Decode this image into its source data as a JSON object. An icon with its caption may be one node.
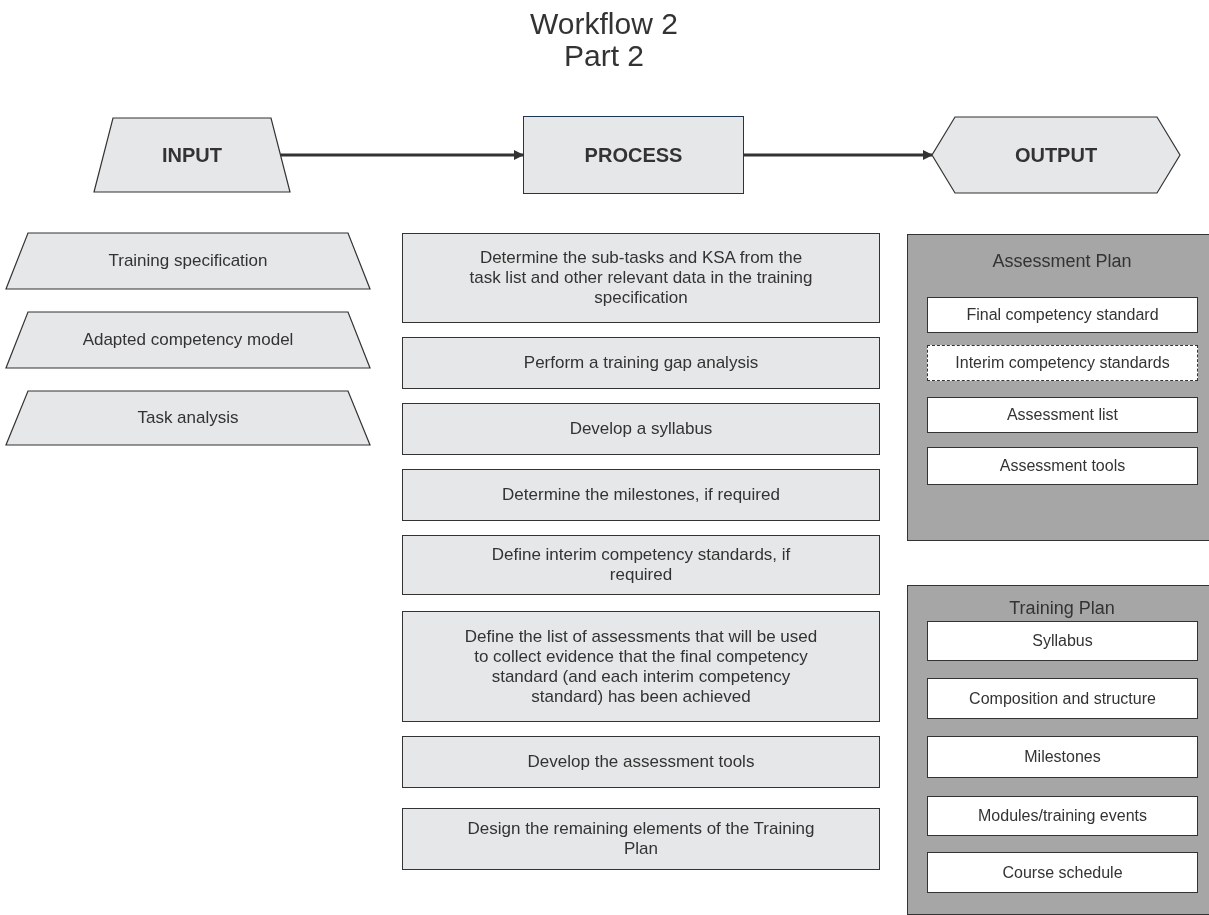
{
  "diagram": {
    "title": "Workflow 2 Part 2",
    "nodes": [
      {
        "text": [
          "INPUT"
        ]
      },
      {
        "text": [
          "PROCESS"
        ]
      },
      {
        "text": [
          "OUTPUT"
        ]
      },
      {
        "text": [
          "Training specification"
        ]
      },
      {
        "text": [
          "Adapted competency model"
        ]
      },
      {
        "text": [
          "Task analysis"
        ]
      },
      {
        "text": [
          "Determine the sub-tasks and KSA from the task list and other relevant data in the training specification"
        ]
      },
      {
        "text": [
          "Perform a training gap analysis"
        ]
      },
      {
        "text": [
          "Develop a syllabus"
        ]
      },
      {
        "text": [
          "Determine the milestones, if required"
        ]
      },
      {
        "text": [
          "Define interim competency standards, if required"
        ]
      },
      {
        "text": [
          "Define the list of assessments that will be used to collect evidence that the final competency standard (and each interim competency standard) has been achieved"
        ]
      },
      {
        "text": [
          "Develop the assessment tools"
        ]
      },
      {
        "text": [
          "Design the remaining elements of the Training Plan"
        ]
      },
      {
        "text": [
          "Assessment Plan"
        ]
      },
      {
        "text": [
          "Final competency standard"
        ],
        "in": 14
      },
      {
        "text": [
          "Interim competency standards"
        ],
        "in": 14
      },
      {
        "text": [
          "Assessment list"
        ],
        "in": 14
      },
      {
        "text": [
          "Assessment tools"
        ],
        "in": 14
      },
      {
        "text": [
          "Training Plan"
        ]
      },
      {
        "text": [
          "Syllabus"
        ],
        "in": 19
      },
      {
        "text": [
          "Composition and structure"
        ],
        "in": 19
      },
      {
        "text": [
          "Milestones"
        ],
        "in": 19
      },
      {
        "text": [
          "Modules/training events"
        ],
        "in": 19
      },
      {
        "text": [
          "Course schedule"
        ],
        "in": 19
      }
    ],
    "edges": [
      {
        "from": 0,
        "to": 1,
        "arrow": "to"
      },
      {
        "from": 1,
        "to": 2,
        "arrow": "to"
      }
    ]
  }
}
